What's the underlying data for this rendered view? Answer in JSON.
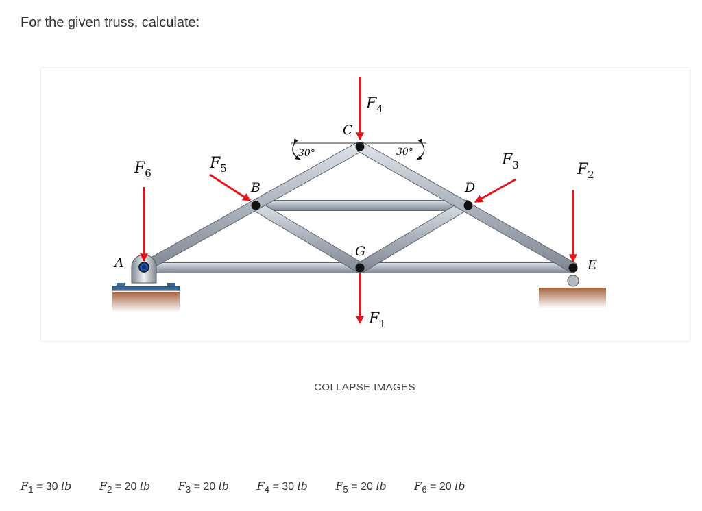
{
  "question": "For the given truss, calculate:",
  "figure": {
    "nodes": {
      "A": "A",
      "B": "B",
      "C": "C",
      "D": "D",
      "E": "E",
      "G": "G"
    },
    "angles": {
      "left": "30°",
      "right": "30°"
    },
    "forces": {
      "F1": {
        "sym": "F",
        "sub": "1"
      },
      "F2": {
        "sym": "F",
        "sub": "2"
      },
      "F3": {
        "sym": "F",
        "sub": "3"
      },
      "F4": {
        "sym": "F",
        "sub": "4"
      },
      "F5": {
        "sym": "F",
        "sub": "5"
      },
      "F6": {
        "sym": "F",
        "sub": "6"
      }
    },
    "colors": {
      "force_arrow": "#e8141c",
      "member": "#a9b1bb",
      "ground": "#a4633f"
    }
  },
  "collapse_label": "COLLAPSE IMAGES",
  "givens": [
    {
      "sym": "F",
      "sub": "1",
      "eq": " = 30 ",
      "unit": "lb"
    },
    {
      "sym": "F",
      "sub": "2",
      "eq": " = 20 ",
      "unit": "lb"
    },
    {
      "sym": "F",
      "sub": "3",
      "eq": " = 20 ",
      "unit": "lb"
    },
    {
      "sym": "F",
      "sub": "4",
      "eq": " = 30 ",
      "unit": "lb"
    },
    {
      "sym": "F",
      "sub": "5",
      "eq": " = 20 ",
      "unit": "lb"
    },
    {
      "sym": "F",
      "sub": "6",
      "eq": " = 20 ",
      "unit": "lb"
    }
  ]
}
